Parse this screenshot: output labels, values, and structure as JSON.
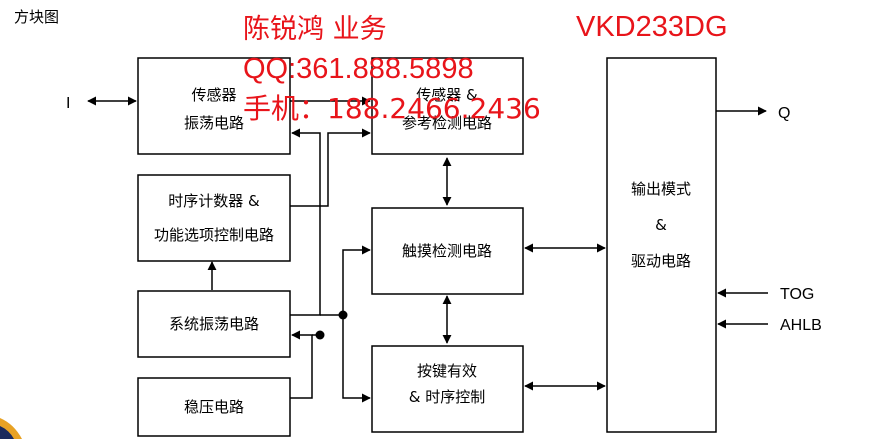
{
  "diagram_title": "方块图",
  "contact": {
    "name": "陈锐鸿 业务",
    "qq": "QQ:361.888.5898",
    "phone": "手机：188.2466.2436"
  },
  "part_number": "VKD233DG",
  "blocks": {
    "sensor_osc": [
      "传感器",
      "振荡电路"
    ],
    "timer_counter": [
      "时序计数器 &",
      "功能选项控制电路"
    ],
    "system_osc": [
      "系统振荡电路"
    ],
    "regulator": [
      "稳压电路"
    ],
    "sensor_ref": [
      "传感器 &",
      "参考检测电路"
    ],
    "touch_detect": [
      "触摸检测电路"
    ],
    "key_valid": [
      "按键有效",
      "& 时序控制"
    ],
    "output_driver": [
      "输出模式",
      "&",
      "驱动电路"
    ]
  },
  "pins": {
    "input": "I",
    "output": "Q",
    "tog": "TOG",
    "ahlb": "AHLB"
  },
  "colors": {
    "ink": "#000000",
    "contact_red": "#e8141a"
  }
}
